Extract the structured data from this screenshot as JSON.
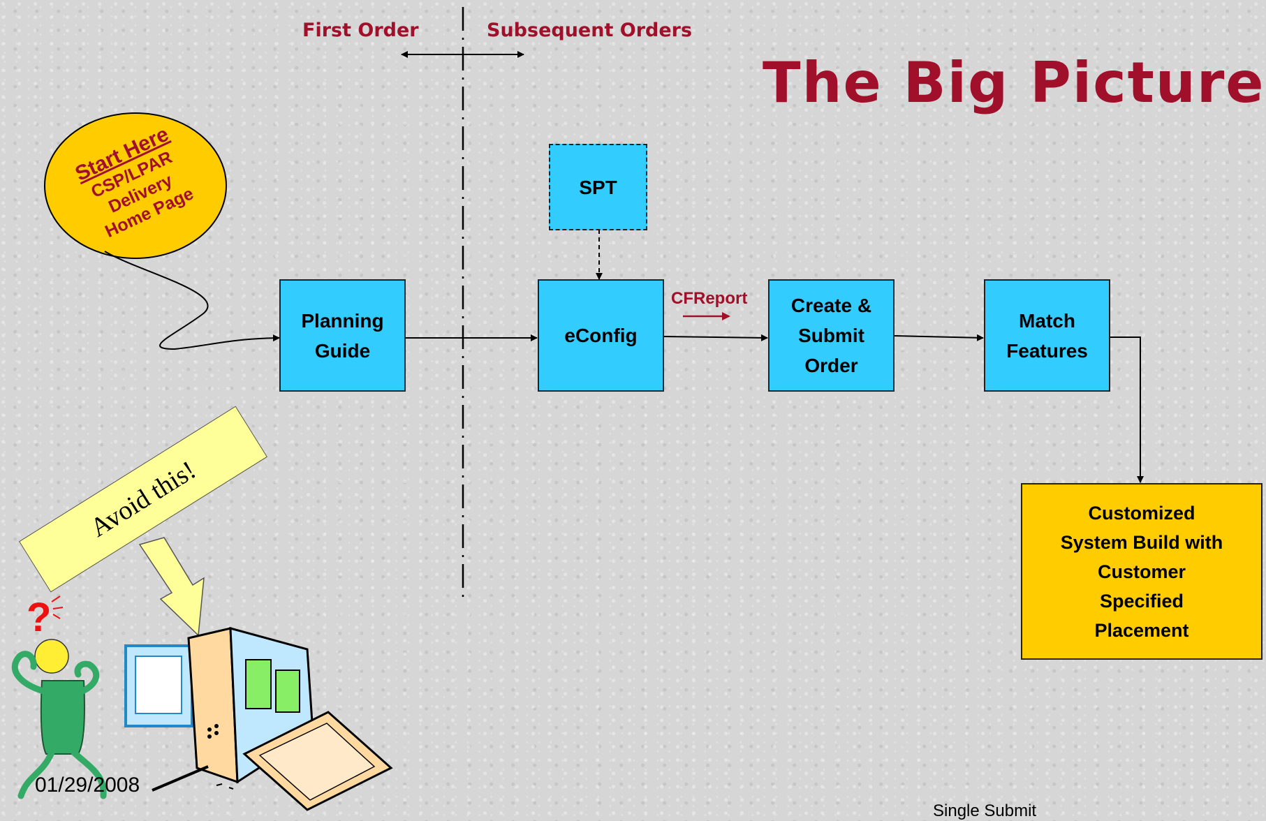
{
  "slide": {
    "title": "The Big Picture",
    "divider_left_label": "First Order",
    "divider_right_label": "Subsequent Orders",
    "date": "01/29/2008",
    "footer": "Single Submit"
  },
  "start_badge": {
    "line1": "Start Here",
    "line2": "CSP/LPAR",
    "line3": "Delivery",
    "line4": "Home Page"
  },
  "nodes": {
    "planning_guide": "Planning Guide",
    "spt": "SPT",
    "econfig": "eConfig",
    "create_order": "Create & Submit Order",
    "match_features": "Match Features",
    "custom_build": "Customized System Build with Customer Specified Placement"
  },
  "edge_labels": {
    "cfreport": "CFReport"
  },
  "callout": {
    "text": "Avoid this!"
  },
  "colors": {
    "box_fill": "#33ccff",
    "final_fill": "#ffcc00",
    "title_color": "#a0102a",
    "badge_fill": "#ffcc00",
    "note_fill": "#ffff99"
  }
}
